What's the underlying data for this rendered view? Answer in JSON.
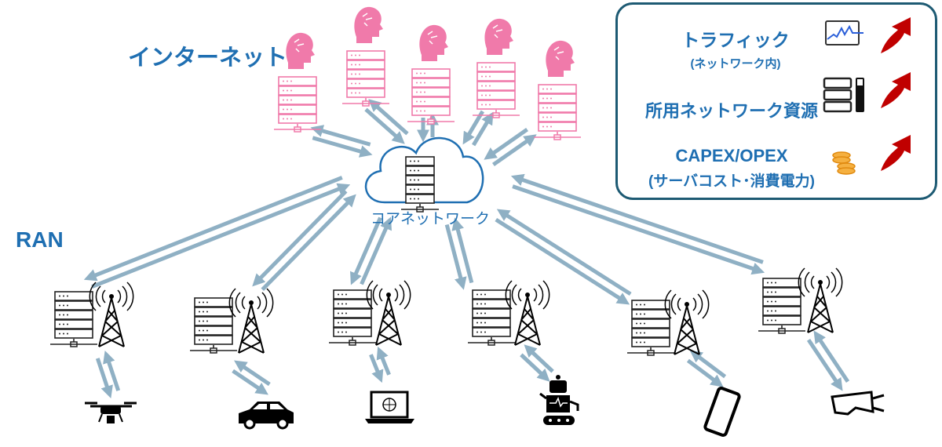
{
  "labels": {
    "internet": "インターネット",
    "ran": "RAN",
    "core": "コアネットワーク"
  },
  "legend": {
    "traffic": "トラフィック",
    "traffic_sub": "(ネットワーク内)",
    "resources": "所用ネットワーク資源",
    "capex": "CAPEX/OPEX",
    "capex_sub": "(サーバコスト･消費電力)",
    "trend_icon": "up-arrow-icon"
  },
  "devices": [
    "drone",
    "car",
    "laptop",
    "robot",
    "smartphone",
    "vr-glasses"
  ],
  "colors": {
    "accent": "#1f6fb2",
    "arrow": "#8fb0c4",
    "server_pink": "#f07aaa",
    "trend": "#c00000",
    "coin": "#f0a030",
    "border": "#1d5a73"
  }
}
